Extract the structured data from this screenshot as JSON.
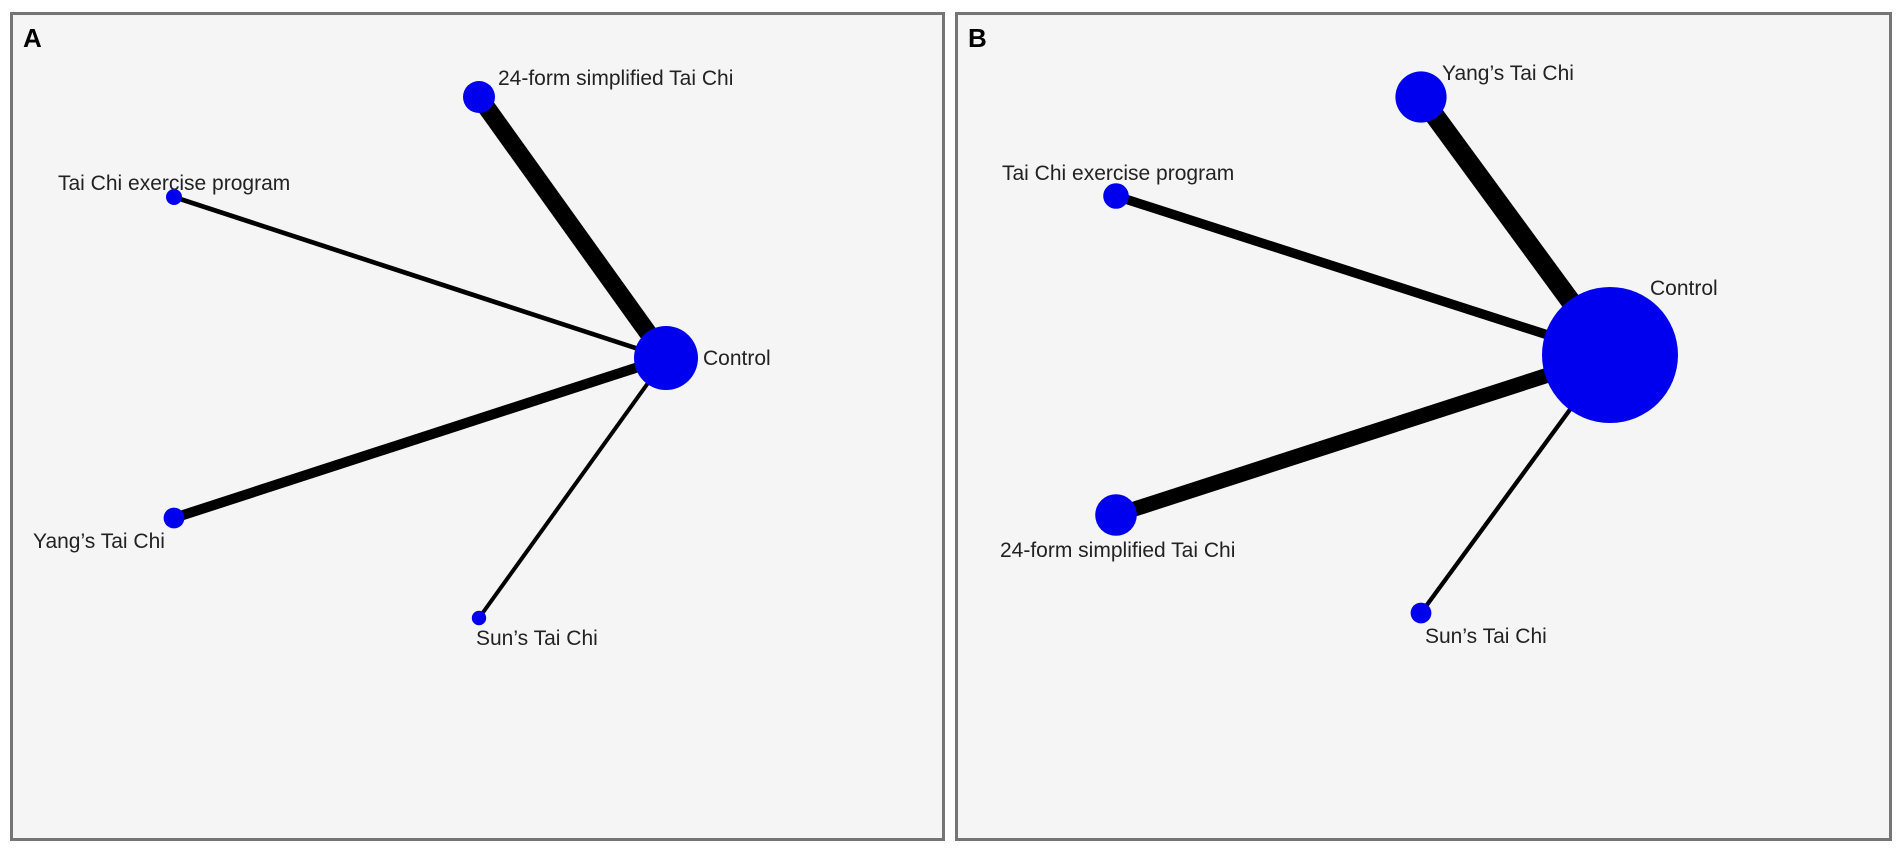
{
  "colors": {
    "node": "#0000ee",
    "edge": "#000000",
    "panel_bg": "#f5f5f5",
    "border": "#757575"
  },
  "panels": [
    {
      "letter": "A",
      "center": "Control",
      "nodes": [
        {
          "id": "24-form",
          "label": "24-form simplified Tai Chi",
          "size": 2
        },
        {
          "id": "tcep",
          "label": "Tai Chi exercise program",
          "size": 1
        },
        {
          "id": "control",
          "label": "Control",
          "size": 4
        },
        {
          "id": "yang",
          "label": "Yang’s Tai Chi",
          "size": 1.3
        },
        {
          "id": "sun",
          "label": "Sun’s Tai Chi",
          "size": 0.9
        }
      ],
      "edges": [
        {
          "from": "24-form",
          "to": "control",
          "weight": 5
        },
        {
          "from": "tcep",
          "to": "control",
          "weight": 1.3
        },
        {
          "from": "yang",
          "to": "control",
          "weight": 2.8
        },
        {
          "from": "sun",
          "to": "control",
          "weight": 1.1
        }
      ]
    },
    {
      "letter": "B",
      "center": "Control",
      "nodes": [
        {
          "id": "yang",
          "label": "Yang’s Tai Chi",
          "size": 3.2
        },
        {
          "id": "tcep",
          "label": "Tai Chi exercise program",
          "size": 1.6
        },
        {
          "id": "control",
          "label": "Control",
          "size": 8.5
        },
        {
          "id": "24-form",
          "label": "24-form simplified Tai Chi",
          "size": 2.6
        },
        {
          "id": "sun",
          "label": "Sun’s Tai Chi",
          "size": 1.3
        }
      ],
      "edges": [
        {
          "from": "yang",
          "to": "control",
          "weight": 5.5
        },
        {
          "from": "tcep",
          "to": "control",
          "weight": 2.6
        },
        {
          "from": "24-form",
          "to": "control",
          "weight": 4.2
        },
        {
          "from": "sun",
          "to": "control",
          "weight": 1.2
        }
      ]
    }
  ]
}
